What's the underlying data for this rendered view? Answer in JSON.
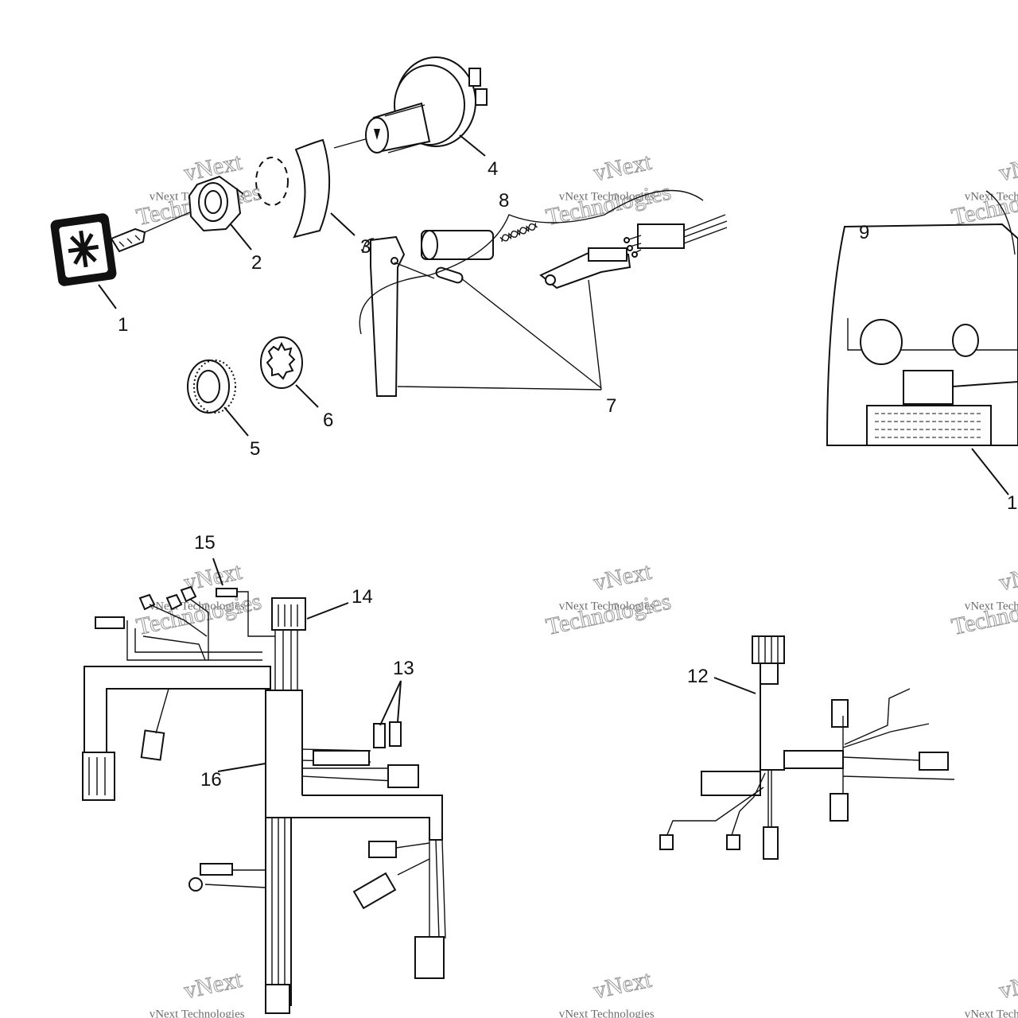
{
  "watermark": {
    "line1": "vNext",
    "line2": "vNext Technologies",
    "line3": "Technologies"
  },
  "callouts": {
    "c1": "1",
    "c2": "2",
    "c3": "3",
    "c4": "4",
    "c5": "5",
    "c6": "6",
    "c7": "7",
    "c8": "8",
    "c9": "9",
    "c11": "1",
    "c12": "12",
    "c13": "13",
    "c14": "14",
    "c15": "15",
    "c16": "16"
  },
  "colors": {
    "ink": "#111111",
    "watermark": "#9a9a9a"
  }
}
